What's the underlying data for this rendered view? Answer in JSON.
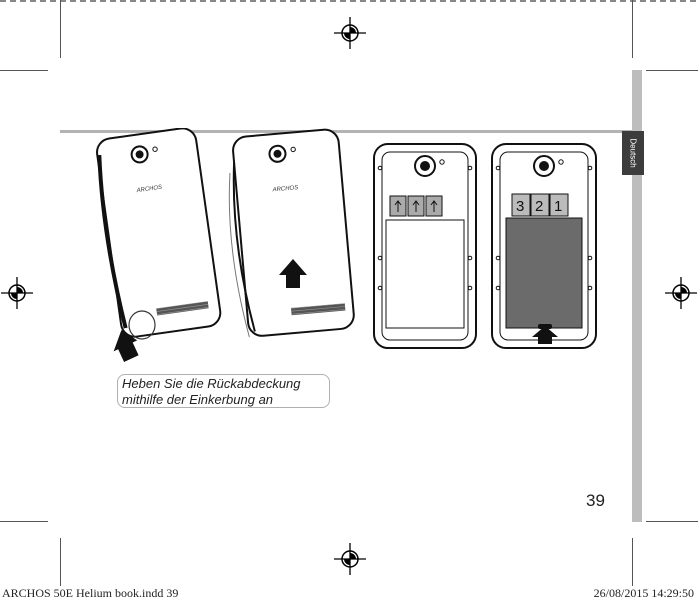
{
  "page": {
    "side_tab": "Deutsch",
    "caption_line1": "Heben Sie die Rückabdeckung",
    "caption_line2": "mithilfe der Einkerbung an",
    "page_number": "39",
    "footer_file": "ARCHOS 50E Helium book.indd   39",
    "footer_timestamp": "26/08/2015   14:29:50"
  },
  "phones": {
    "brand_label": "ARCHOS",
    "slot_labels": [
      "3",
      "2",
      "1"
    ]
  }
}
